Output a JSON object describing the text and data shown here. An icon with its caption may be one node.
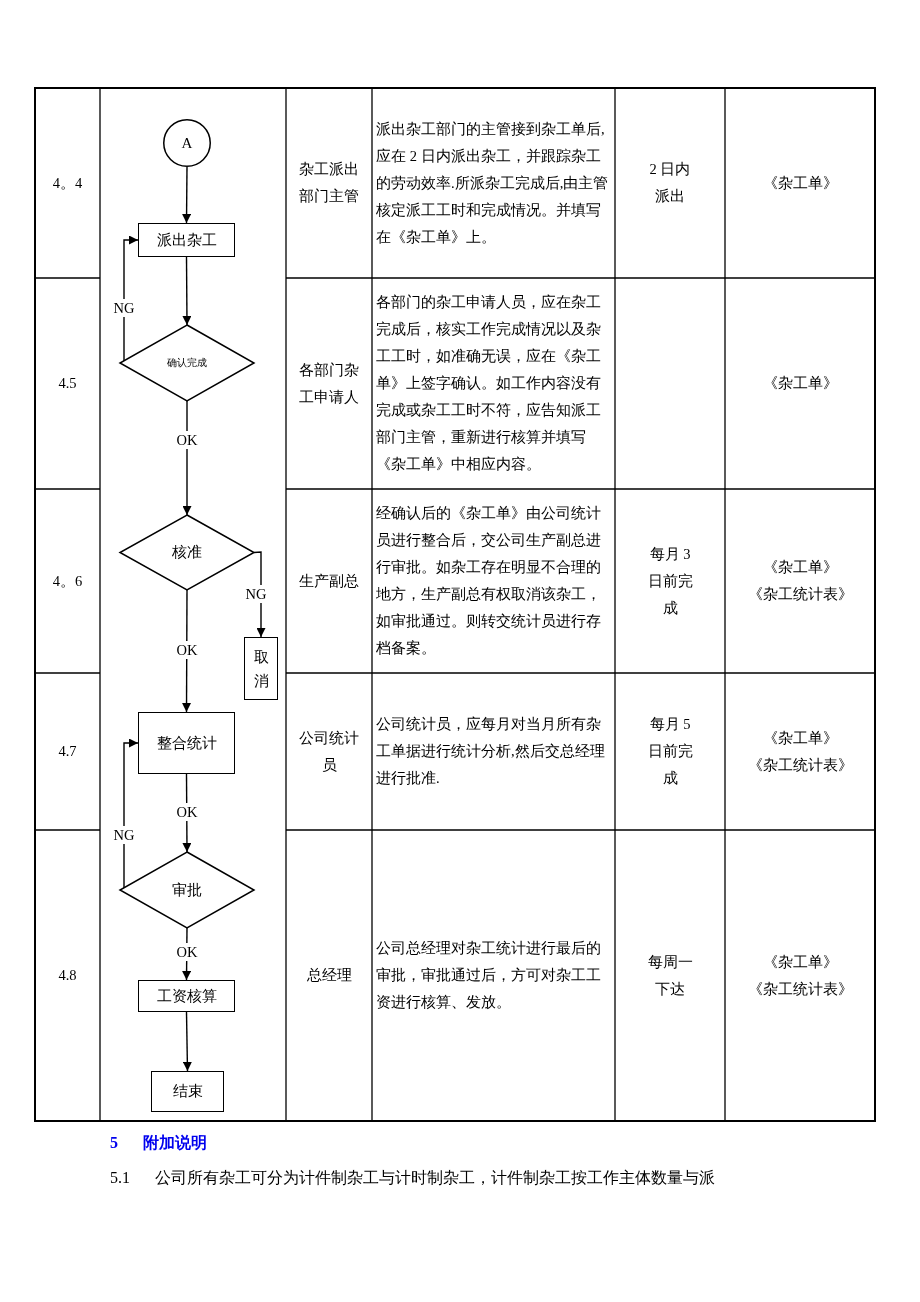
{
  "diagram": {
    "nodes": [
      {
        "text": [
          "A"
        ]
      },
      {
        "text": [
          "派出杂工"
        ]
      },
      {
        "text": [
          "确认完成"
        ]
      },
      {
        "text": [
          "核准"
        ]
      },
      {
        "text": [
          "取消"
        ]
      },
      {
        "text": [
          "整合统计"
        ]
      },
      {
        "text": [
          "审批"
        ]
      },
      {
        "text": [
          "工资核算"
        ]
      },
      {
        "text": [
          "结束"
        ]
      }
    ],
    "edges": [
      {
        "from": 0,
        "to": 1,
        "arrow": "to"
      },
      {
        "from": 1,
        "to": 2,
        "arrow": "to"
      },
      {
        "from": 2,
        "to": 1,
        "arrow": "to",
        "label": "NG"
      },
      {
        "from": 2,
        "to": 3,
        "arrow": "to",
        "label": "OK"
      },
      {
        "from": 3,
        "to": 4,
        "arrow": "to",
        "label": "NG"
      },
      {
        "from": 3,
        "to": 5,
        "arrow": "to",
        "label": "OK"
      },
      {
        "from": 5,
        "to": 6,
        "arrow": "to",
        "label": "OK"
      },
      {
        "from": 6,
        "to": 5,
        "arrow": "to",
        "label": "NG"
      },
      {
        "from": 6,
        "to": 7,
        "arrow": "to",
        "label": "OK"
      },
      {
        "from": 7,
        "to": 8,
        "arrow": "to"
      }
    ],
    "labels": [
      "4。4",
      "杂工派出部门主管",
      "派出杂工部门的主管接到杂工单后,应在 2 日内派出杂工，并跟踪杂工的劳动效率.所派杂工完成后,由主管核定派工工时和完成情况。并填写在《杂工单》上。",
      "2 日内派出",
      "《杂工单》",
      "4.5",
      "各部门杂工申请人",
      "各部门的杂工申请人员，应在杂工完成后，核实工作完成情况以及杂工工时，如准确无误，应在《杂工单》上签字确认。如工作内容没有完成或杂工工时不符，应告知派工部门主管，重新进行核算并填写《杂工单》中相应内容。",
      "《杂工单》",
      "4。6",
      "生产副总",
      "经确认后的《杂工单》由公司统计员进行整合后，交公司生产副总进行审批。如杂工存在明显不合理的地方，生产副总有权取消该杂工，如审批通过。则转交统计员进行存档备案。",
      "每月 3 日前完成",
      "《杂工单》",
      "《杂工统计表》",
      "4.7",
      "公司统计员",
      "公司统计员，应每月对当月所有杂工单据进行统计分析,然后交总经理进行批准.",
      "每月 5 日前完成",
      "《杂工单》",
      "《杂工统计表》",
      "4.8",
      "总经理",
      "公司总经理对杂工统计进行最后的审批，审批通过后，方可对杂工工资进行核算、发放。",
      "每周一下达",
      "《杂工单》",
      "《杂工统计表》",
      "5",
      "附加说明",
      "5.1",
      "公司所有杂工可分为计件制杂工与计时制杂工，计件制杂工按工作主体数量与派"
    ]
  }
}
